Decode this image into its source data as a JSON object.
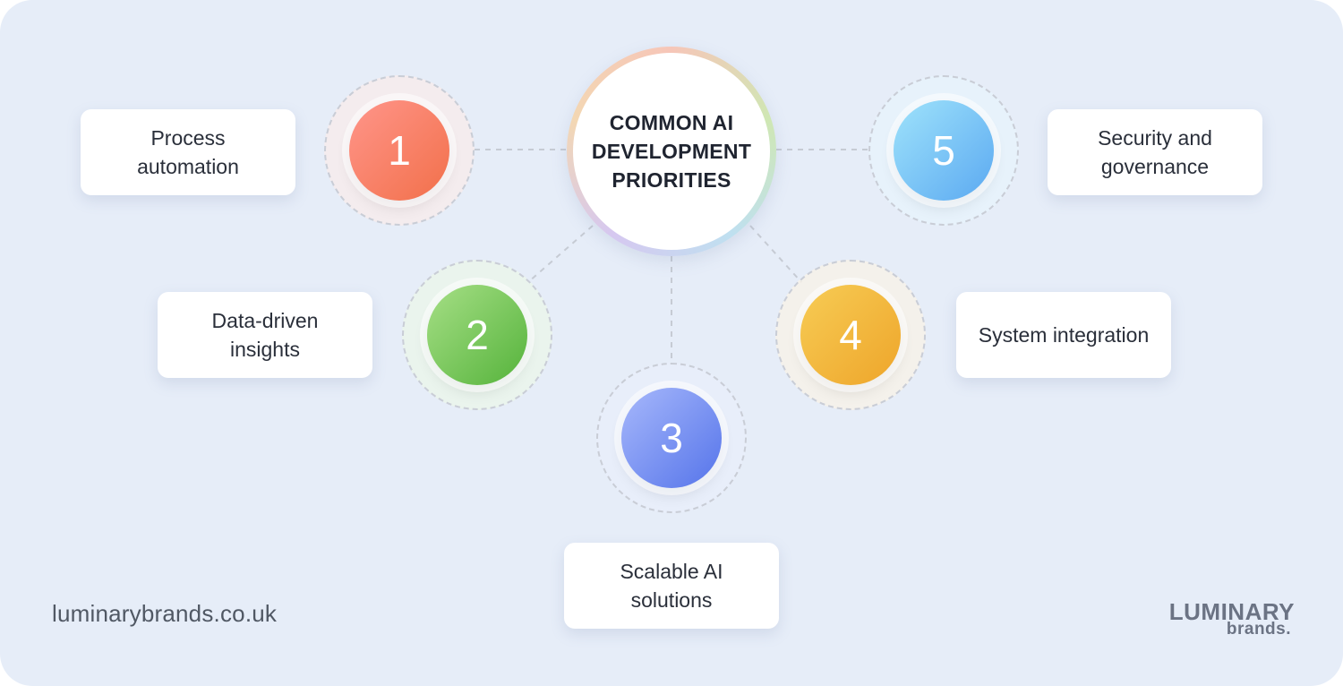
{
  "center": {
    "title": "COMMON AI DEVELOPMENT PRIORITIES"
  },
  "priorities": [
    {
      "number": "1",
      "label": "Process automation",
      "color_from": "#ff958a",
      "color_to": "#f2704a"
    },
    {
      "number": "2",
      "label": "Data-driven insights",
      "color_from": "#a6df86",
      "color_to": "#55b33b"
    },
    {
      "number": "3",
      "label": "Scalable AI solutions",
      "color_from": "#a7b8fb",
      "color_to": "#5574ea"
    },
    {
      "number": "4",
      "label": "System integration",
      "color_from": "#f7cc55",
      "color_to": "#eea52a"
    },
    {
      "number": "5",
      "label": "Security and governance",
      "color_from": "#9fe3fb",
      "color_to": "#5ba9f1"
    }
  ],
  "footer": {
    "website": "luminarybrands.co.uk",
    "logo_top": "LUMINARY",
    "logo_bottom": "brands."
  },
  "colors": {
    "background": "#e6edf8",
    "connector": "#c6cbd4"
  }
}
